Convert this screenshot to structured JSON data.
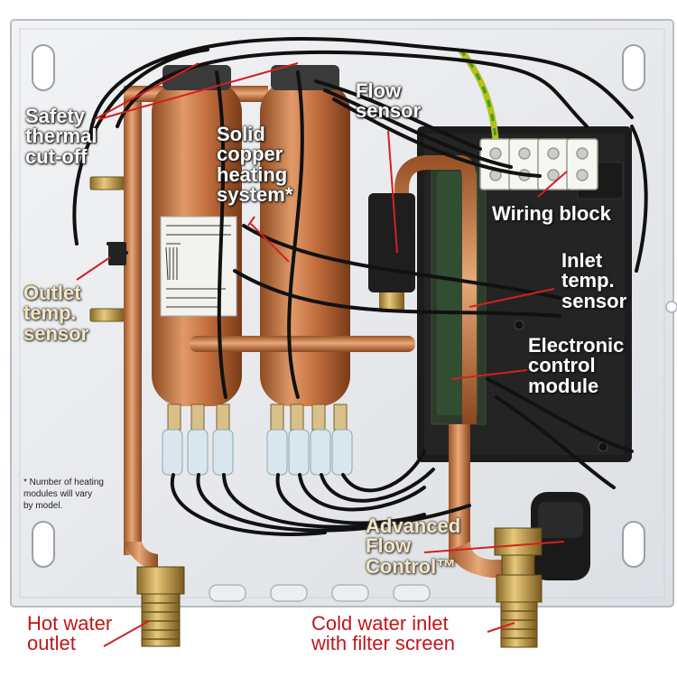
{
  "labels": {
    "safety_cutoff": "Safety\nthermal\ncut-off",
    "heating_system": "Solid\ncopper\nheating\nsystem*",
    "flow_sensor": "Flow\nsensor",
    "wiring_block": "Wiring block",
    "inlet_temp_sensor": "Inlet\ntemp.\nsensor",
    "outlet_temp_sensor": "Outlet\ntemp.\nsensor",
    "control_module": "Electronic\ncontrol\nmodule",
    "flow_control": "Advanced\nFlow\nControl™",
    "hot_outlet": "Hot water\noutlet",
    "cold_inlet": "Cold water inlet\nwith filter screen"
  },
  "footnote": "* Number of heating\nmodules will vary\nby model.",
  "colors": {
    "label_red": "#c0161c",
    "pointer_red": "#d42020",
    "panel": "#e9ebee",
    "copper": "#c5713f",
    "module_black": "#1c1c1c"
  }
}
